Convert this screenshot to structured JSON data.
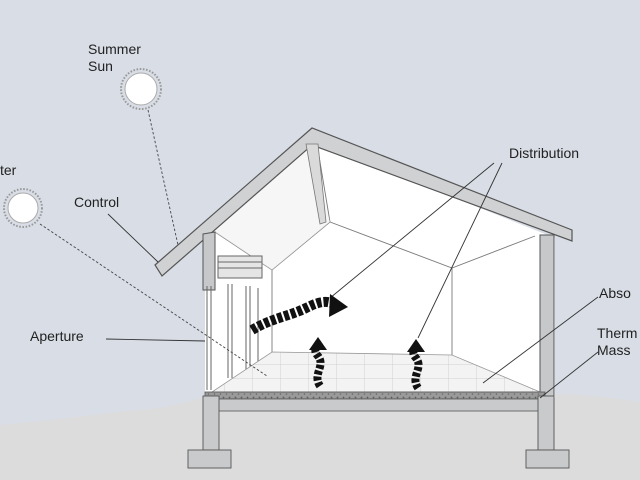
{
  "labels": {
    "summer_sun": [
      "Summer",
      "Sun"
    ],
    "winter_sun": "ter",
    "control": "Control",
    "aperture": "Aperture",
    "distribution": "Distribution",
    "absorber": "Abso",
    "thermal_mass": [
      "Therm",
      "Mass"
    ]
  },
  "colors": {
    "sky": "#d8dde6",
    "ground": "#dcdcdc",
    "interior": "#ffffff",
    "walls": "#c6c8ca",
    "roof": "#cfd1d3",
    "outline": "#555555",
    "arrows": "#111111",
    "leader_lines": "#333333"
  },
  "icons": [
    "summer-sun-icon",
    "winter-sun-icon",
    "heat-flow-arrow-icon",
    "rising-heat-arrow-icon"
  ]
}
